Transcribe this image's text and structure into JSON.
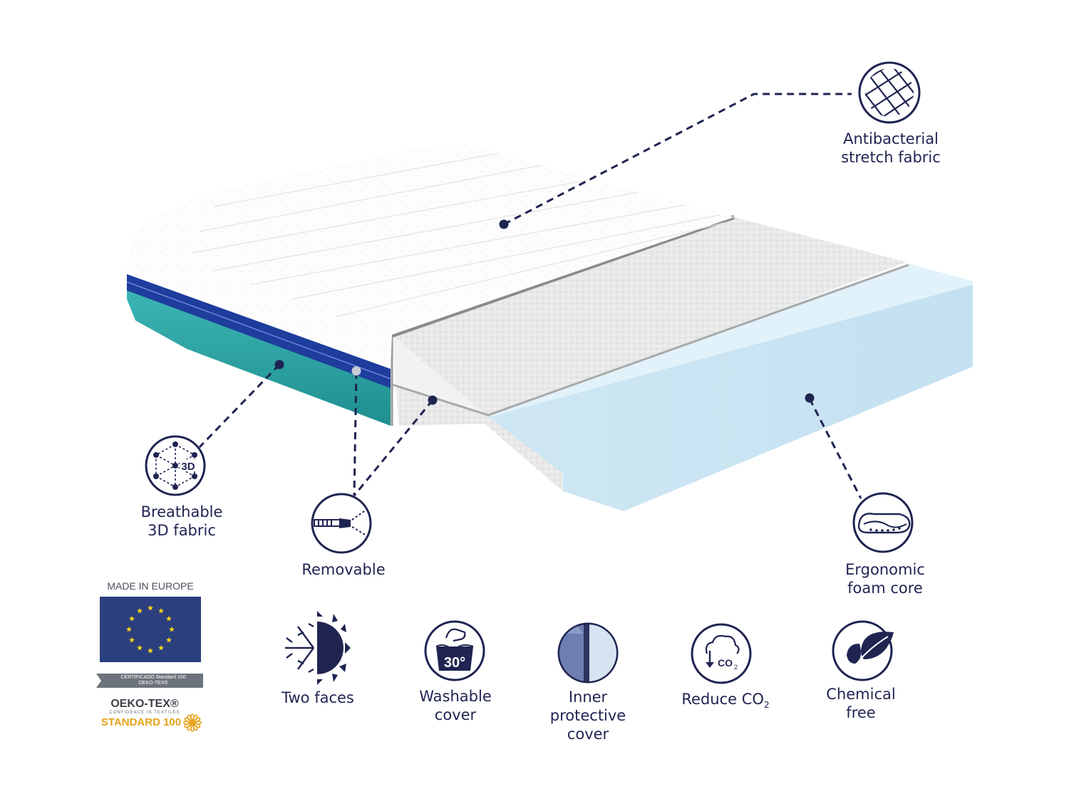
{
  "features": {
    "antibacterial": [
      "Antibacterial",
      "stretch fabric"
    ],
    "breathable": [
      "Breathable",
      "3D fabric"
    ],
    "removable": "Removable",
    "ergonomic": [
      "Ergonomic",
      "foam core"
    ],
    "two_faces": "Two faces",
    "washable": [
      "Washable",
      "cover"
    ],
    "inner_cover": [
      "Inner",
      "protective",
      "cover"
    ],
    "reduce_co2": "Reduce CO",
    "reduce_co2_sub": "2",
    "chemical_free": [
      "Chemical",
      "free"
    ]
  },
  "icons": {
    "breathable_text": "3D",
    "washable_temp": "30°",
    "co2_text": "CO",
    "co2_sub": "2"
  },
  "badges": {
    "made_in": "MADE IN EUROPE",
    "cert_line1": "CERTIFICADO Standard 100",
    "cert_line2": "OEKO-TEX®",
    "oeko_name": "OEKO-TEX®",
    "oeko_tagline": "CONFIDENCE IN TEXTILES",
    "oeko_standard": "STANDARD 100"
  },
  "colors": {
    "navy": "#1f2451",
    "teal": "#2fa7a6",
    "blue_band": "#1e3d9c",
    "foam": "#cfe9f6",
    "eu_flag": "#2b3f7e",
    "eu_star": "#f5d21a",
    "oeko_orange": "#e6a21a"
  }
}
